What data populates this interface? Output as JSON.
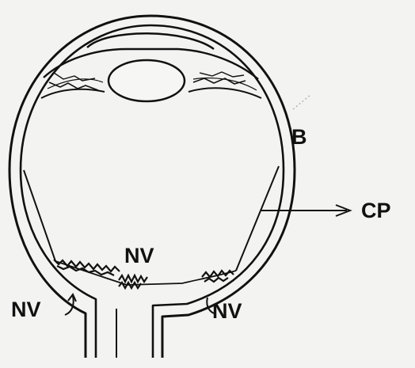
{
  "labels": {
    "b": "B",
    "cp": "CP",
    "nv_center": "NV",
    "nv_left": "NV",
    "nv_right": "NV"
  },
  "colors": {
    "ink": "#111111",
    "paper": "#f3f3f1"
  }
}
